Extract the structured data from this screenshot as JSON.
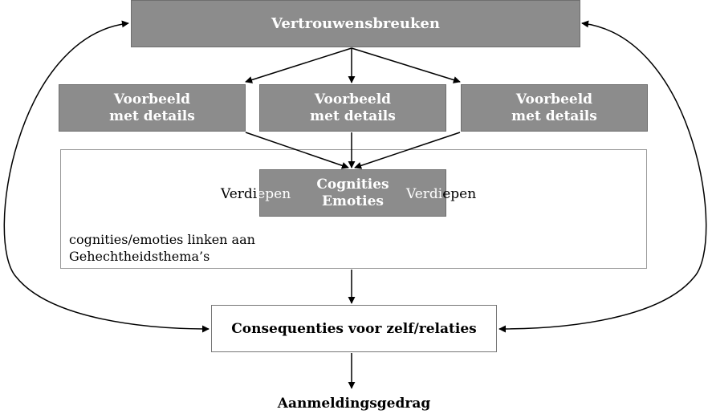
{
  "top_box": "Vertrouwensbreuken",
  "examples": [
    {
      "line1": "Voorbeeld",
      "line2": "met details"
    },
    {
      "line1": "Voorbeeld",
      "line2": "met details"
    },
    {
      "line1": "Voorbeeld",
      "line2": "met details"
    }
  ],
  "center_box": {
    "line1": "Cognities",
    "line2": "Emoties"
  },
  "verdiepen_left": {
    "outside": "Verdi",
    "inside": "epen"
  },
  "verdiepen_right": {
    "inside": "Verdi",
    "outside": "epen"
  },
  "link_text": {
    "line1": "cognities/emoties linken aan",
    "line2": "Gehechtheidsthema’s"
  },
  "consequences_box": "Consequenties voor zelf/relaties",
  "bottom_label": "Aanmeldingsgedrag",
  "colors": {
    "box_fill": "#8c8c8c",
    "box_text": "#ffffff",
    "line": "#000000",
    "frame": "#9a9a9a"
  }
}
